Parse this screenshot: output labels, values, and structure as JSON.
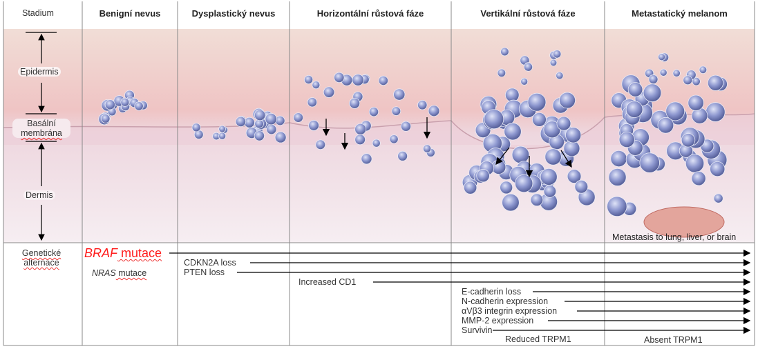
{
  "header": {
    "stage_label": "Stadium",
    "columns": [
      "Benigní nevus",
      "Dysplastický nevus",
      "Horizontální růstová fáze",
      "Vertikální růstová fáze",
      "Metastatický melanom"
    ]
  },
  "layers": {
    "epidermis": "Epidermis",
    "basal_1": "Basální",
    "basal_2": "membrána",
    "dermis": "Dermis"
  },
  "illustration": {
    "metastasis": "Metastasis to lung, liver, or brain"
  },
  "genetics": {
    "row_label_1": "Genetické",
    "row_label_2": "alternace",
    "braf_italic": "BRAF",
    "braf_rest": " mutace",
    "nras_italic": "NRAS",
    "nras_rest": " mutace",
    "items": [
      "CDKN2A loss",
      "PTEN loss",
      "Increased CD1",
      "E-cadherin loss",
      "N-cadherin expression",
      "αVβ3 integrin expression",
      "MMP-2 expression",
      "Survivin"
    ],
    "reduced_trpm1": "Reduced TRPM1",
    "absent_trpm1": "Absent TRPM1"
  },
  "colors": {
    "braf": "#ff1a1a",
    "grid": "#888888",
    "epidermis": "#f2c9c9",
    "dermis": "#f3e4ea",
    "cell": "#7b86c4"
  }
}
